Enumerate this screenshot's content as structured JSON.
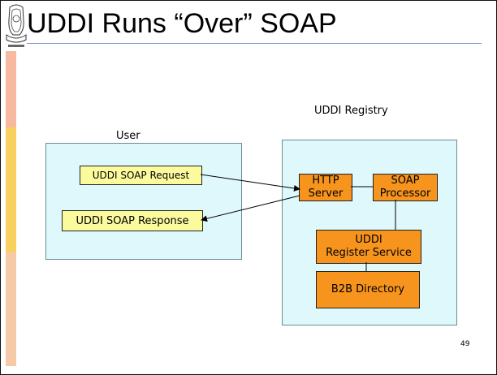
{
  "slide": {
    "title": "UDDI Runs “Over” SOAP",
    "page_number": "49"
  },
  "left_bar_colors": [
    "#f7b9a0",
    "#f9cf5e",
    "#f6c9a8",
    "#fbe3b6"
  ],
  "user_panel": {
    "label": "User",
    "request_label": "UDDI SOAP Request",
    "response_label": "UDDI SOAP Response"
  },
  "registry_panel": {
    "label": "UDDI Registry",
    "http_server": [
      "HTTP",
      "Server"
    ],
    "soap_processor": [
      "SOAP",
      "Processor"
    ],
    "register_service": [
      "UDDI",
      "Register Service"
    ],
    "b2b_directory": "B2B Directory"
  },
  "colors": {
    "panel_fill": "#dff8fc",
    "yellow_box": "#fbfb9e",
    "orange_box": "#f7941d"
  }
}
